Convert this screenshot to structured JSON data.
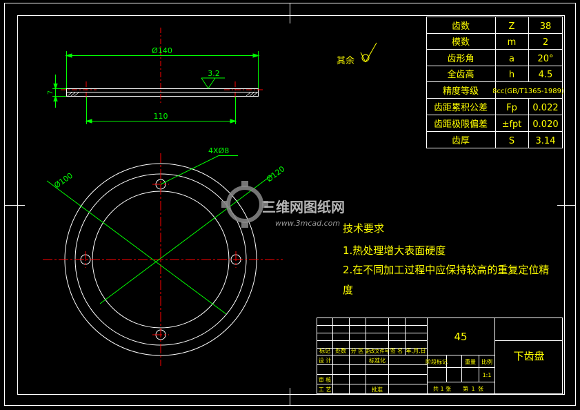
{
  "colors": {
    "background": "#000000",
    "frame": "#ffffff",
    "dimension": "#00ff00",
    "centerline": "#ff0000",
    "text_note": "#ffff00",
    "table_text": "#ffff00",
    "watermark": "#9a9a9a"
  },
  "gear_table": [
    {
      "param": "齿数",
      "symbol": "Z",
      "value": "38"
    },
    {
      "param": "模数",
      "symbol": "m",
      "value": "2"
    },
    {
      "param": "齿形角",
      "symbol": "a",
      "value": "20°"
    },
    {
      "param": "全齿高",
      "symbol": "h",
      "value": "4.5"
    },
    {
      "param": "精度等级",
      "symbol": "8cc(GB/T1365-1989)",
      "value": ""
    },
    {
      "param": "齿距累积公差",
      "symbol": "Fp",
      "value": "0.022"
    },
    {
      "param": "齿距极限偏差",
      "symbol": "±fpt",
      "value": "0.020"
    },
    {
      "param": "齿厚",
      "symbol": "S",
      "value": "3.14"
    }
  ],
  "roughness_note": {
    "label": "其余"
  },
  "dimensions": {
    "outer_length": "Ø140",
    "inner_length": "110",
    "thickness": "7",
    "surface_roughness": "3.2",
    "holes": "4XØ8",
    "outer_circle": "Ø120",
    "left_circle": "Ø100"
  },
  "technical_requirements": {
    "title": "技术要求",
    "items": [
      "1.热处理增大表面硬度",
      "2.在不同加工过程中应保持较高的重复定位精",
      "度"
    ]
  },
  "watermark": {
    "brand": "三维网图纸网",
    "url": "www.3mcad.com"
  },
  "title_block": {
    "material": "45",
    "part_name": "下齿盘",
    "scale": "1:1",
    "labels": {
      "mark": "标记",
      "count": "处数",
      "zone": "分 区",
      "change_doc": "更改文件号",
      "signature": "签 名",
      "date": "年.月.日",
      "design": "设 计",
      "standardization": "标准化",
      "stage_mark": "阶段标记",
      "weight": "重量",
      "ratio": "比例",
      "review": "审 核",
      "process": "工 艺",
      "approve": "批准",
      "total": "共",
      "sheets": "张",
      "sheet_no": "第",
      "sheet_unit": "张"
    },
    "total_sheets": "1",
    "sheet_index": "1"
  }
}
